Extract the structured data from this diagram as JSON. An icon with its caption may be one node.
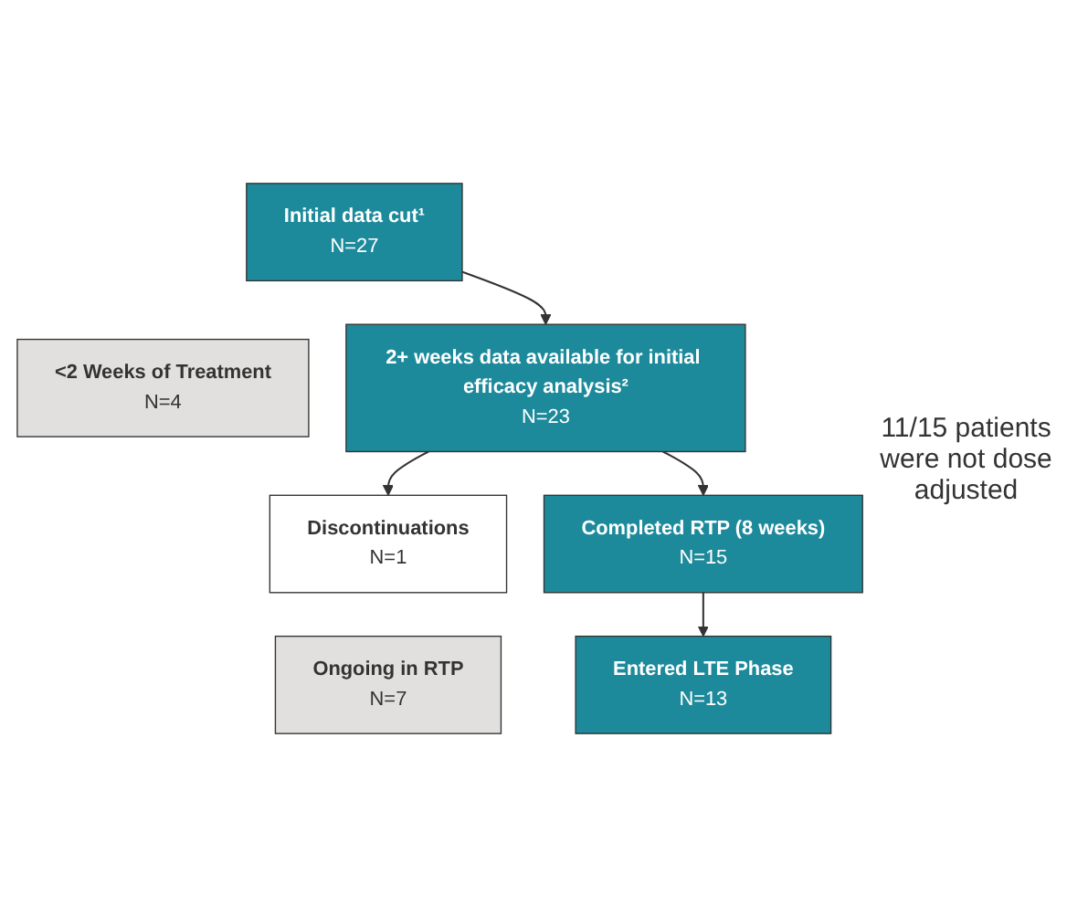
{
  "diagram": {
    "nodes": [
      {
        "text": [
          "Initial data cut¹",
          "N=27"
        ]
      },
      {
        "text": [
          "<2 Weeks of Treatment",
          "N=4"
        ]
      },
      {
        "text": [
          "2+ weeks data available for initial efficacy analysis²",
          "N=23"
        ]
      },
      {
        "text": [
          "Discontinuations",
          "N=1"
        ]
      },
      {
        "text": [
          "Ongoing in RTP",
          "N=7"
        ]
      },
      {
        "text": [
          "Completed RTP (8 weeks)",
          "N=15"
        ],
        "beside": [
          "11/15 patients were not dose adjusted"
        ]
      },
      {
        "text": [
          "Entered LTE Phase",
          "N=13"
        ]
      }
    ],
    "edges": [
      {
        "from": 0,
        "to": 2,
        "arrow": "to"
      },
      {
        "from": 2,
        "to": 3,
        "arrow": "to"
      },
      {
        "from": 2,
        "to": 5,
        "arrow": "to"
      },
      {
        "from": 5,
        "to": 6,
        "arrow": "to"
      }
    ]
  }
}
